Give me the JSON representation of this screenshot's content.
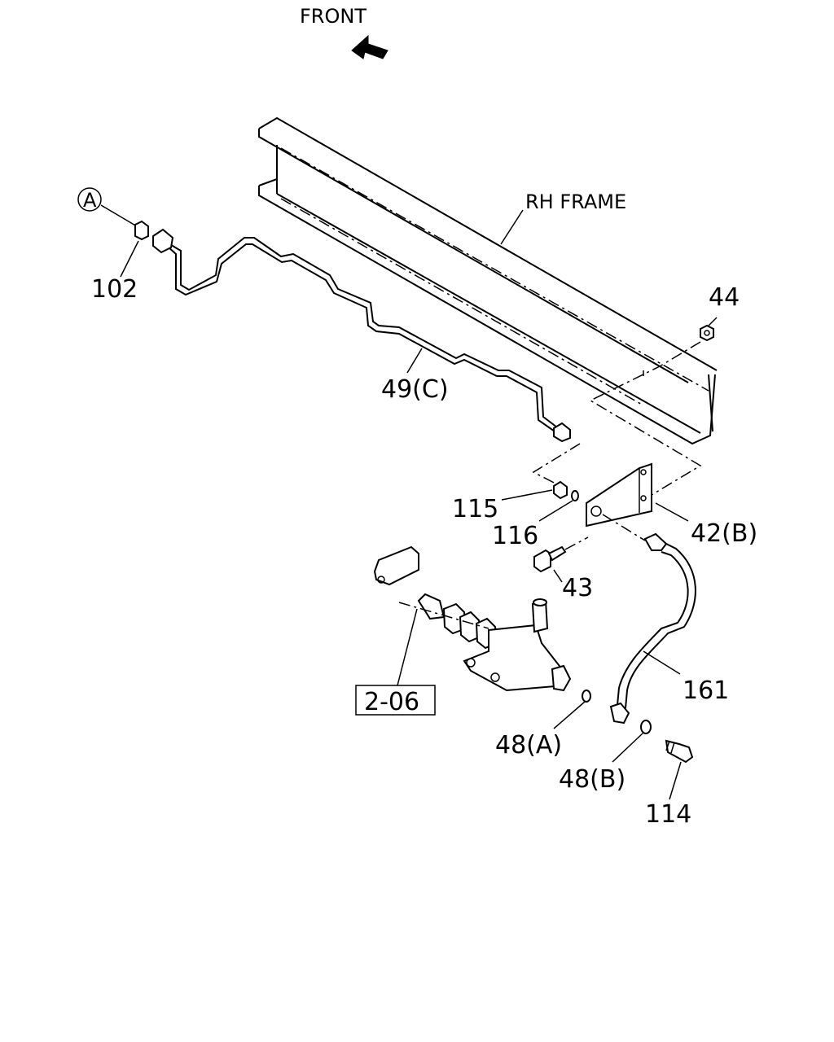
{
  "labels": {
    "front": "FRONT",
    "rh_frame": "RH FRAME",
    "callout_a": "A",
    "p102": "102",
    "p44": "44",
    "p49c": "49(C)",
    "p115": "115",
    "p116": "116",
    "p42b": "42(B)",
    "p43": "43",
    "p161": "161",
    "p206": "2-06",
    "p48a": "48(A)",
    "p48b": "48(B)",
    "p114": "114"
  }
}
